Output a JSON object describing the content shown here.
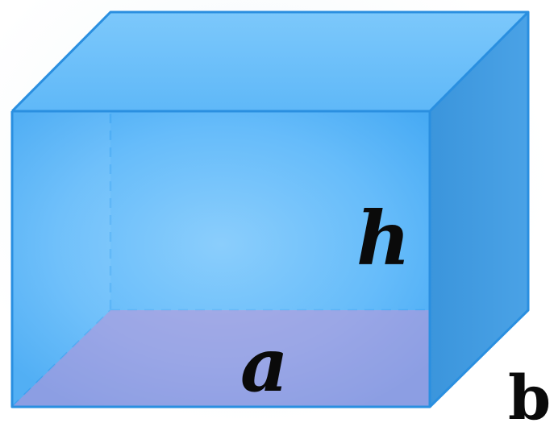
{
  "diagram": {
    "shape": "rectangular prism",
    "labels": {
      "height": "h",
      "length": "a",
      "width": "b"
    },
    "colors": {
      "front_face": "#5db8fa",
      "top_face": "#6cc0fb",
      "side_face": "#3f98de",
      "base_face": "#c29ad8",
      "edges": "#2a8fe0"
    }
  }
}
